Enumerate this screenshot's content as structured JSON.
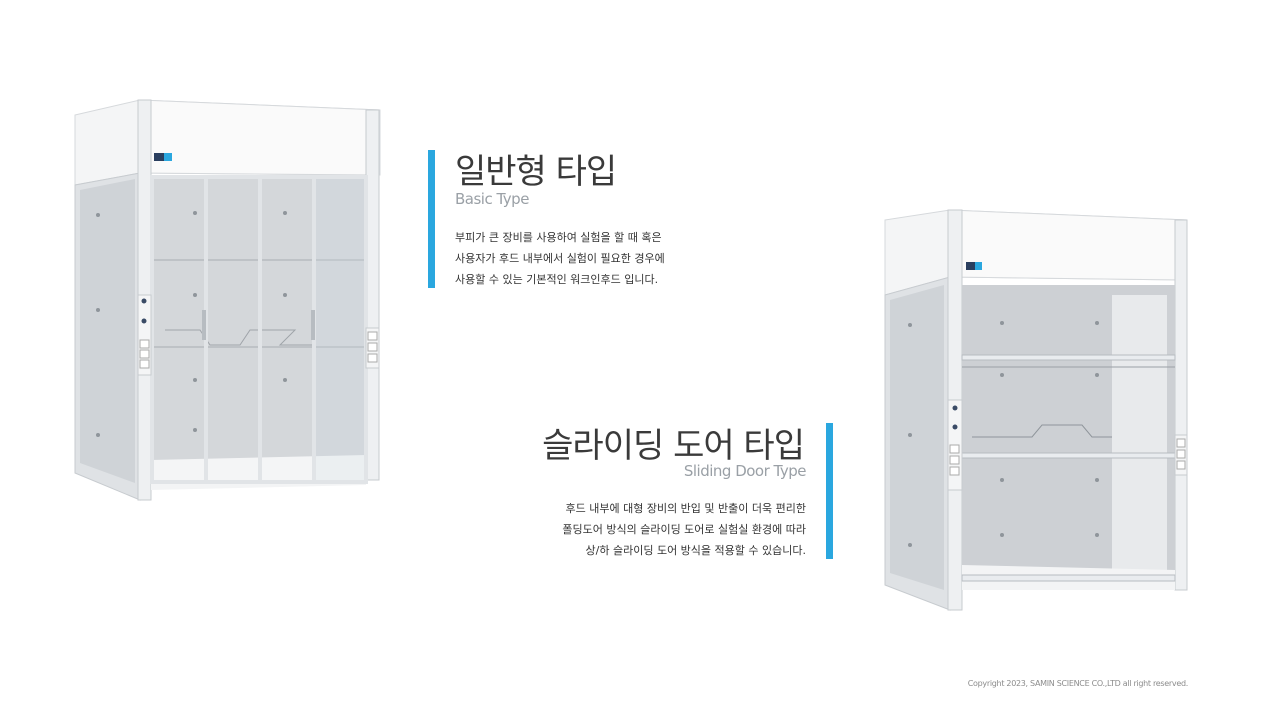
{
  "basic": {
    "title": "일반형 타입",
    "subtitle": "Basic Type",
    "desc": [
      "부피가 큰 장비를 사용하여 실험을 할 때 혹은",
      "사용자가 후드 내부에서 실험이 필요한 경우에",
      "사용할 수 있는 기본적인 워크인후드 입니다."
    ]
  },
  "sliding": {
    "title": "슬라이딩 도어 타입",
    "subtitle": "Sliding Door Type",
    "desc": [
      "후드 내부에 대형 장비의 반입 및 반출이 더욱 편리한",
      "폴딩도어 방식의 슬라이딩 도어로 실험실 환경에 따라",
      "상/하 슬라이딩 도어 방식을 적용할 수 있습니다."
    ]
  },
  "footer": {
    "copyright": "Copyright 2023, SAMIN SCIENCE CO.,LTD all right reserved."
  },
  "colors": {
    "accent": "#2aa7df",
    "title": "#3a3a3a",
    "subtitle": "#9aa0a6",
    "frame": "#e9ecef",
    "panel": "#c9ccd0"
  }
}
